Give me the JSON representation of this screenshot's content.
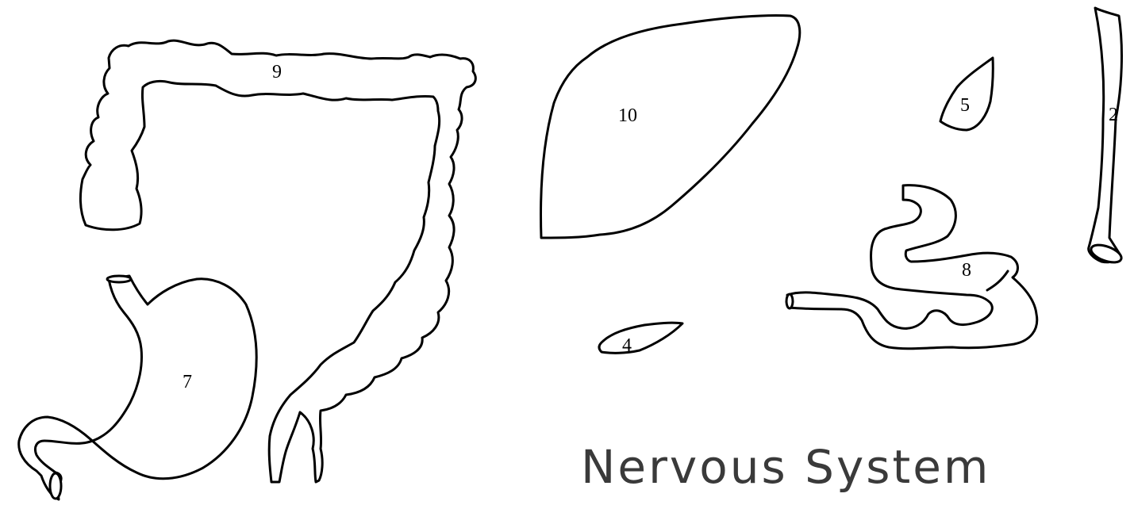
{
  "labels": {
    "oesophagus": "2",
    "pancreas": "4",
    "gallbladder": "5",
    "stomach": "7",
    "small_intestine": "8",
    "large_intestine": "9",
    "liver": "10"
  },
  "heading": {
    "text": "Nervous System",
    "color": "#3a3a3a"
  },
  "colors": {
    "stroke": "#000000",
    "background": "#ffffff"
  }
}
